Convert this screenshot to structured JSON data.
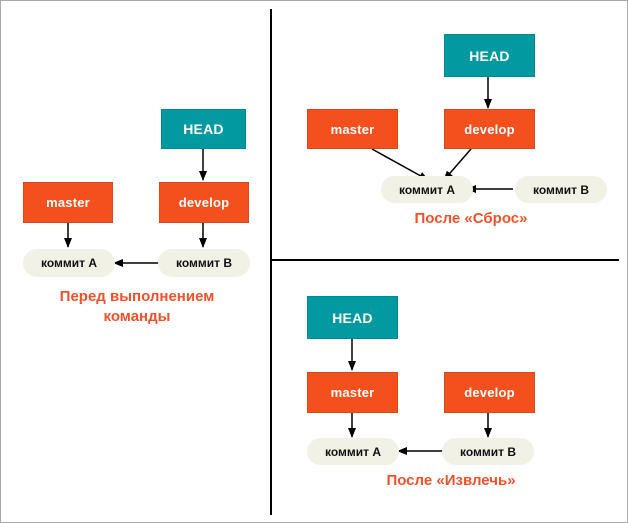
{
  "diagram": {
    "type": "git-branching-diagram",
    "colors": {
      "head_box": "#029aa0",
      "branch_box": "#f4501e",
      "commit_pill": "#f1f1e6",
      "caption_text": "#f4502a",
      "arrow": "#000000",
      "divider": "#000000",
      "border": "#a8a8a8",
      "background": "#ffffff"
    },
    "panels": [
      {
        "id": "before",
        "caption": "Перед выполнением\nкоманды",
        "nodes": [
          {
            "id": "head",
            "label": "HEAD",
            "kind": "head"
          },
          {
            "id": "master",
            "label": "master",
            "kind": "branch"
          },
          {
            "id": "develop",
            "label": "develop",
            "kind": "branch"
          },
          {
            "id": "commitA",
            "label": "коммит А",
            "kind": "commit"
          },
          {
            "id": "commitB",
            "label": "коммит В",
            "kind": "commit"
          }
        ],
        "edges": [
          {
            "from": "head",
            "to": "develop"
          },
          {
            "from": "master",
            "to": "commitA"
          },
          {
            "from": "develop",
            "to": "commitB"
          },
          {
            "from": "commitB",
            "to": "commitA"
          }
        ]
      },
      {
        "id": "after-reset",
        "caption": "После «Сброс»",
        "nodes": [
          {
            "id": "head",
            "label": "HEAD",
            "kind": "head"
          },
          {
            "id": "master",
            "label": "master",
            "kind": "branch"
          },
          {
            "id": "develop",
            "label": "develop",
            "kind": "branch"
          },
          {
            "id": "commitA",
            "label": "коммит А",
            "kind": "commit"
          },
          {
            "id": "commitB",
            "label": "коммит В",
            "kind": "commit"
          }
        ],
        "edges": [
          {
            "from": "head",
            "to": "develop"
          },
          {
            "from": "master",
            "to": "commitA"
          },
          {
            "from": "develop",
            "to": "commitA"
          },
          {
            "from": "commitB",
            "to": "commitA"
          }
        ]
      },
      {
        "id": "after-checkout",
        "caption": "После «Извлечь»",
        "nodes": [
          {
            "id": "head",
            "label": "HEAD",
            "kind": "head"
          },
          {
            "id": "master",
            "label": "master",
            "kind": "branch"
          },
          {
            "id": "develop",
            "label": "develop",
            "kind": "branch"
          },
          {
            "id": "commitA",
            "label": "коммит А",
            "kind": "commit"
          },
          {
            "id": "commitB",
            "label": "коммит В",
            "kind": "commit"
          }
        ],
        "edges": [
          {
            "from": "head",
            "to": "master"
          },
          {
            "from": "master",
            "to": "commitA"
          },
          {
            "from": "develop",
            "to": "commitB"
          },
          {
            "from": "commitB",
            "to": "commitA"
          }
        ]
      }
    ]
  }
}
